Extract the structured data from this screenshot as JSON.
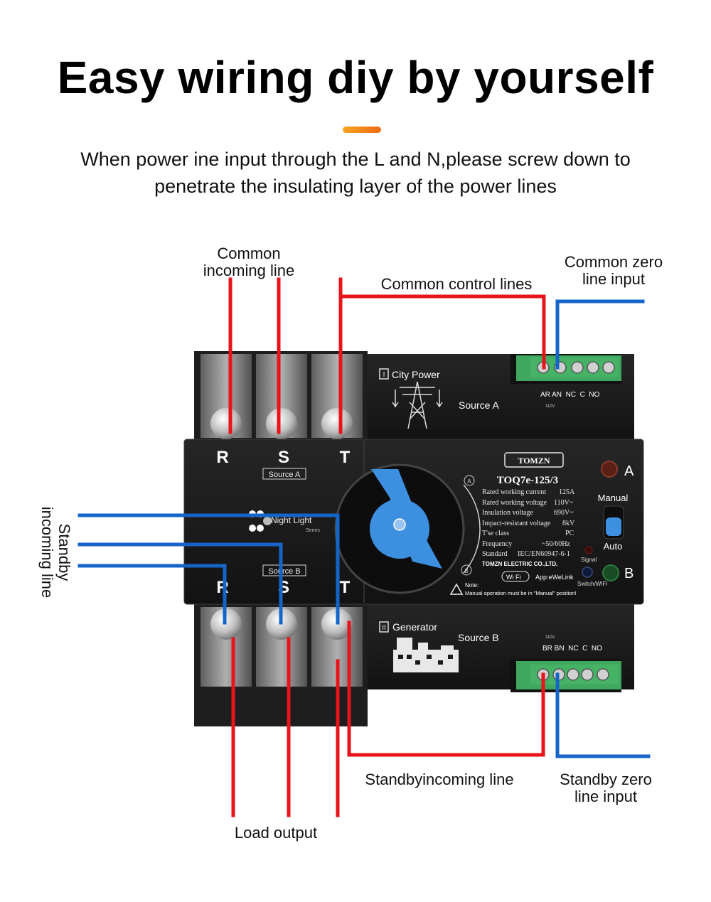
{
  "header": {
    "title": "Easy wiring diy by yourself",
    "subtitle_line1": "When power ine input through the L and N,please screw down to",
    "subtitle_line2": "penetrate the insulating layer of the power lines"
  },
  "labels": {
    "common_incoming_line": "Common incoming line",
    "common_control_lines": "Common control lines",
    "common_zero_line_input": "Common zero line input",
    "standby_incoming_line_side": "Standby incoming line",
    "standby_incoming_line_bottom": "Standbyincoming line",
    "standby_zero_line_input": "Standby zero line input",
    "load_output": "Load output"
  },
  "device": {
    "brand": "TOMZN",
    "model": "TOQ7e-125/3",
    "top_terminals": [
      "R",
      "S",
      "T"
    ],
    "bottom_terminals": [
      "R",
      "S",
      "T"
    ],
    "source_a_tag": "Source A",
    "source_b_tag": "Source B",
    "night_light": "Night Light",
    "night_light_series": "Series",
    "city_power_label": "City Power",
    "city_power_numeral": "I",
    "generator_label": "Generator",
    "generator_numeral": "II",
    "source_a_text": "Source A",
    "source_b_text": "Source B",
    "top_block_terminals": "AR AN  NC  C  NO",
    "top_block_voltage": "110V",
    "bottom_block_terminals": "BR BN  NC  C  NO",
    "bottom_block_voltage": "110V",
    "indicator_a": "A",
    "indicator_b": "B",
    "mode_manual": "Manual",
    "mode_auto": "Auto",
    "signal_label": "Signal",
    "switch_wifi": "Switch/WIFI",
    "app_label": "App:eWeLink",
    "wifi_badge": "Wi Fi",
    "company": "TOMZN ELECTRIC CO.,LTD.",
    "note_title": "Note:",
    "note_text": "Manual operation must be in \"Manual\" position!",
    "dial_mark_a": "A",
    "dial_mark_b": "B",
    "specs": [
      {
        "name": "Rated working current",
        "value": "125A"
      },
      {
        "name": "Rated working voltage",
        "value": "110V~"
      },
      {
        "name": "Insulation voltage",
        "value": "690V~"
      },
      {
        "name": "Impact-resistant voltage",
        "value": "8kV"
      },
      {
        "name": "T'se class",
        "value": "PC"
      },
      {
        "name": "Frequency",
        "value": "~50/60Hz"
      },
      {
        "name": "Standard",
        "value": "IEC/EN60947-6-1"
      }
    ]
  },
  "colors": {
    "live_wire": "#e8141b",
    "neutral_wire": "#1565c8",
    "device_body": "#1c1c1c",
    "terminal_green": "#3fa85e",
    "knob_blue": "#3d8fe0",
    "accent_orange": "#f28a1a"
  }
}
